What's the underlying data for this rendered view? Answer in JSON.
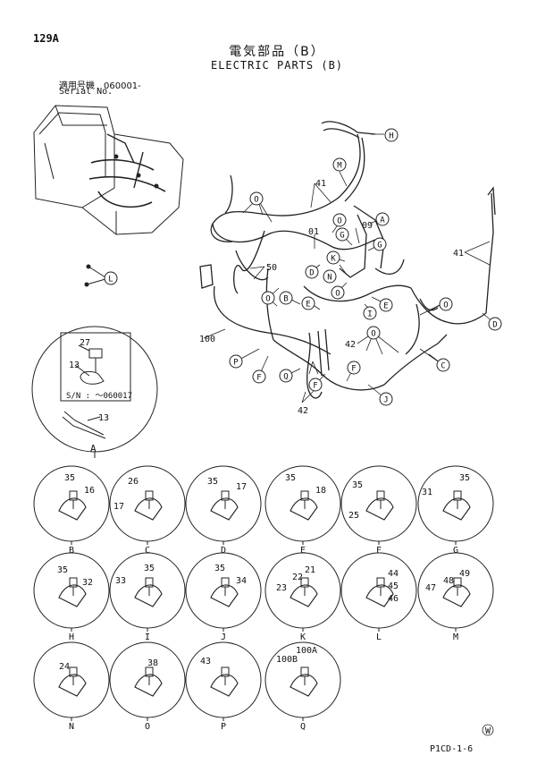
{
  "page": {
    "number": "129A",
    "title_jp": "電気部品（B）",
    "title_en": "ELECTRIC PARTS (B)",
    "serial_jp": "適用号機　060001-",
    "serial_en": "Serial No.",
    "footer_code": "P1CD-1-6",
    "watermark": "W"
  },
  "main_callouts": [
    "H",
    "M",
    "O",
    "A",
    "G",
    "K",
    "N",
    "D",
    "B",
    "E",
    "I",
    "C",
    "P",
    "F",
    "Q",
    "J",
    "L"
  ],
  "part_numbers": [
    "41",
    "01",
    "09",
    "50",
    "100",
    "42",
    "27",
    "13"
  ],
  "detail_a": {
    "serial_note": "S/N : ～060017",
    "label": "A",
    "parts": [
      "27",
      "13",
      "13"
    ]
  },
  "details": [
    {
      "id": "B",
      "label": "B",
      "parts": [
        "35",
        "16"
      ]
    },
    {
      "id": "C",
      "label": "C",
      "parts": [
        "26",
        "17"
      ]
    },
    {
      "id": "D",
      "label": "D",
      "parts": [
        "35",
        "17"
      ]
    },
    {
      "id": "E",
      "label": "E",
      "parts": [
        "35",
        "18"
      ]
    },
    {
      "id": "F",
      "label": "F",
      "parts": [
        "35",
        "25"
      ]
    },
    {
      "id": "G",
      "label": "G",
      "parts": [
        "31",
        "35"
      ]
    },
    {
      "id": "H",
      "label": "H",
      "parts": [
        "35",
        "32"
      ]
    },
    {
      "id": "I",
      "label": "I",
      "parts": [
        "33",
        "35"
      ]
    },
    {
      "id": "J",
      "label": "J",
      "parts": [
        "35",
        "34"
      ]
    },
    {
      "id": "K",
      "label": "K",
      "parts": [
        "22",
        "21",
        "23"
      ]
    },
    {
      "id": "L",
      "label": "L",
      "parts": [
        "44",
        "45",
        "46"
      ]
    },
    {
      "id": "M",
      "label": "M",
      "parts": [
        "49",
        "48",
        "47"
      ]
    },
    {
      "id": "N",
      "label": "N",
      "parts": [
        "24"
      ]
    },
    {
      "id": "O",
      "label": "O",
      "parts": [
        "38"
      ]
    },
    {
      "id": "P",
      "label": "P",
      "parts": [
        "43"
      ]
    },
    {
      "id": "Q",
      "label": "Q",
      "parts": [
        "100A",
        "100B"
      ]
    }
  ]
}
